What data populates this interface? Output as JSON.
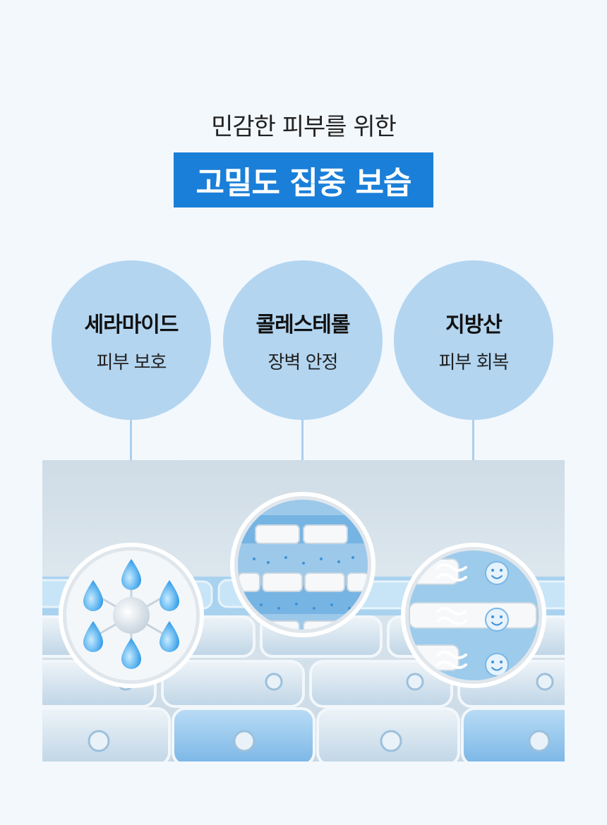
{
  "header": {
    "subtitle": "민감한 피부를 위한",
    "title": "고밀도 집중 보습"
  },
  "ingredients": [
    {
      "name": "세라마이드",
      "benefit": "피부 보호",
      "icon": "water-drops-icon"
    },
    {
      "name": "콜레스테롤",
      "benefit": "장벽 안정",
      "icon": "brick-barrier-icon"
    },
    {
      "name": "지방산",
      "benefit": "피부 회복",
      "icon": "smiling-cells-icon"
    }
  ],
  "colors": {
    "background": "#f3f8fd",
    "accent": "#1a7fd8",
    "bubble": "#b3d5f0"
  }
}
